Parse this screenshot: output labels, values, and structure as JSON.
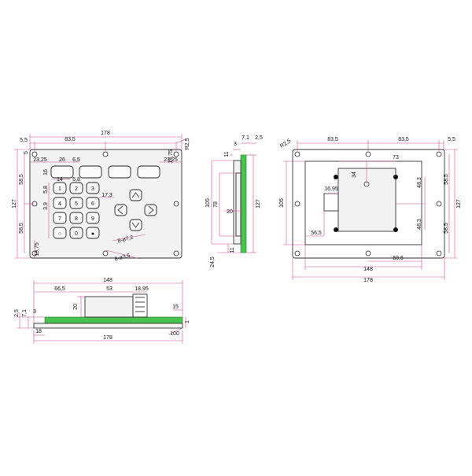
{
  "front": {
    "overall_width": "178",
    "edge_left": "5,5",
    "hole_pitch": "83,5",
    "corner_radius": "R2,5",
    "edge_right": "5",
    "height_total": "127",
    "height_upper": "58,5",
    "height_lower": "58,5",
    "bottom_offset": "19,75",
    "top_offset": "19,75",
    "win_left": "23,25",
    "win_width": "26",
    "win_gap": "6,5",
    "win_right": "23,25",
    "key_pitch_v": "16",
    "key_pitch_h": "14",
    "key_gap": "5,8",
    "key_gap2": "5,8",
    "key_small": "3,9",
    "arrow_offset": "17,3",
    "hole_small": "8-ø7,2",
    "hole_large": "8-ø3,5",
    "keys": [
      "1",
      "2",
      "3",
      "4",
      "5",
      "6",
      "7",
      "8",
      "9",
      "○",
      "0",
      "●"
    ]
  },
  "side": {
    "thk_top": "7,1",
    "thk_3": "3",
    "thk_2": "2,5",
    "dim_11_top": "11",
    "dim_105": "105",
    "dim_78": "78",
    "dim_20": "20",
    "dim_127": "127",
    "dim_11_bot": "11",
    "dim_245": "24,5"
  },
  "back": {
    "corner_radius": "R2,5",
    "pitch_left": "83,5",
    "pitch_right": "83,5",
    "edge": "5,5",
    "dim_73": "73",
    "dim_34": "34",
    "dim_1695": "16,95",
    "dim_483a": "48,3",
    "dim_483b": "48,3",
    "dim_585a": "58,5",
    "dim_585b": "58,5",
    "dim_127": "127",
    "dim_105": "105",
    "dim_565": "56,5",
    "dim_696": "69,6",
    "dim_148": "148",
    "dim_178": "178"
  },
  "bottom": {
    "dim_148": "148",
    "dim_665": "66,5",
    "dim_53": "53",
    "dim_1895": "18,95",
    "dim_20": "20",
    "dim_25": "2,5",
    "dim_71": "7,1",
    "dim_3": "3",
    "dim_15": "15",
    "dim_1": "1",
    "dim_18": "18",
    "dim_178": "178",
    "dim_100": "100"
  }
}
